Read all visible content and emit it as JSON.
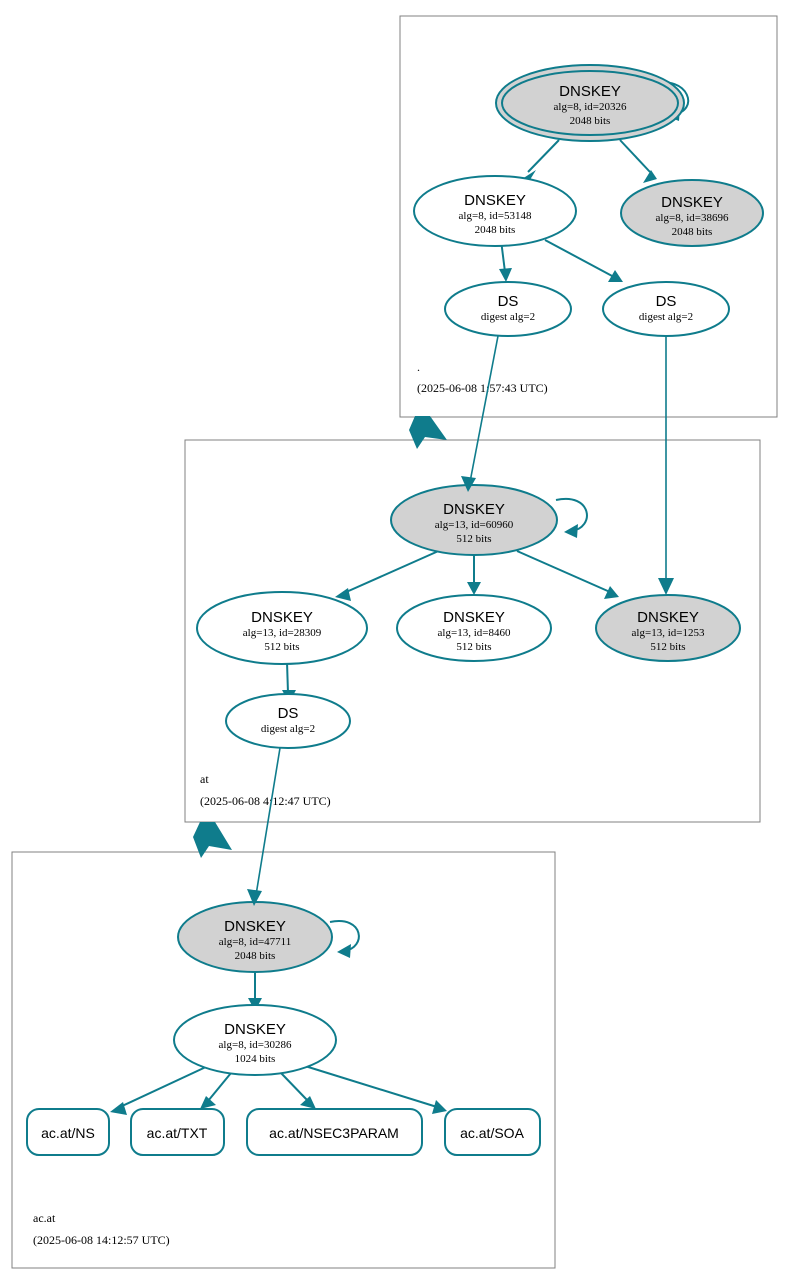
{
  "diagram": {
    "kind": "dnssec-authentication-chain",
    "title": "DNSSEC authentication chain for ac.at",
    "colors": {
      "edge": "#0f7c8c",
      "node_stroke": "#0f7c8c",
      "secure_fill": "#d2d2d2",
      "plain_fill": "#ffffff",
      "zone_border": "#808080",
      "text": "#000000"
    }
  },
  "zones": [
    {
      "id": "root",
      "name": ".",
      "timestamp": "(2025-06-08 1:57:43 UTC)",
      "nodes": [
        {
          "id": "root-ksk",
          "type": "DNSKEY",
          "title": "DNSKEY",
          "params": "alg=8, id=20326",
          "size": "2048 bits",
          "shape": "double-ellipse",
          "fill": "gray",
          "self_signed": true
        },
        {
          "id": "root-zsk-53148",
          "type": "DNSKEY",
          "title": "DNSKEY",
          "params": "alg=8, id=53148",
          "size": "2048 bits",
          "shape": "ellipse",
          "fill": "white",
          "self_signed": false
        },
        {
          "id": "root-zsk-38696",
          "type": "DNSKEY",
          "title": "DNSKEY",
          "params": "alg=8, id=38696",
          "size": "2048 bits",
          "shape": "ellipse",
          "fill": "gray",
          "self_signed": false
        },
        {
          "id": "root-ds-left",
          "type": "DS",
          "title": "DS",
          "params": "digest alg=2",
          "size": "",
          "shape": "ellipse",
          "fill": "white",
          "self_signed": false
        },
        {
          "id": "root-ds-right",
          "type": "DS",
          "title": "DS",
          "params": "digest alg=2",
          "size": "",
          "shape": "ellipse",
          "fill": "white",
          "self_signed": false
        }
      ]
    },
    {
      "id": "at",
      "name": "at",
      "timestamp": "(2025-06-08 4:12:47 UTC)",
      "nodes": [
        {
          "id": "at-ksk",
          "type": "DNSKEY",
          "title": "DNSKEY",
          "params": "alg=13, id=60960",
          "size": "512 bits",
          "shape": "ellipse",
          "fill": "gray",
          "self_signed": true
        },
        {
          "id": "at-zsk-28309",
          "type": "DNSKEY",
          "title": "DNSKEY",
          "params": "alg=13, id=28309",
          "size": "512 bits",
          "shape": "ellipse",
          "fill": "white",
          "self_signed": false
        },
        {
          "id": "at-zsk-8460",
          "type": "DNSKEY",
          "title": "DNSKEY",
          "params": "alg=13, id=8460",
          "size": "512 bits",
          "shape": "ellipse",
          "fill": "white",
          "self_signed": false
        },
        {
          "id": "at-zsk-1253",
          "type": "DNSKEY",
          "title": "DNSKEY",
          "params": "alg=13, id=1253",
          "size": "512 bits",
          "shape": "ellipse",
          "fill": "gray",
          "self_signed": false
        },
        {
          "id": "at-ds",
          "type": "DS",
          "title": "DS",
          "params": "digest alg=2",
          "size": "",
          "shape": "ellipse",
          "fill": "white",
          "self_signed": false
        }
      ]
    },
    {
      "id": "acat",
      "name": "ac.at",
      "timestamp": "(2025-06-08 14:12:57 UTC)",
      "nodes": [
        {
          "id": "acat-ksk",
          "type": "DNSKEY",
          "title": "DNSKEY",
          "params": "alg=8, id=47711",
          "size": "2048 bits",
          "shape": "ellipse",
          "fill": "gray",
          "self_signed": true
        },
        {
          "id": "acat-zsk",
          "type": "DNSKEY",
          "title": "DNSKEY",
          "params": "alg=8, id=30286",
          "size": "1024 bits",
          "shape": "ellipse",
          "fill": "white",
          "self_signed": false
        }
      ],
      "rrsets": [
        {
          "id": "rrset-ns",
          "label": "ac.at/NS"
        },
        {
          "id": "rrset-txt",
          "label": "ac.at/TXT"
        },
        {
          "id": "rrset-nsec3param",
          "label": "ac.at/NSEC3PARAM"
        },
        {
          "id": "rrset-soa",
          "label": "ac.at/SOA"
        }
      ]
    }
  ],
  "edges": [
    {
      "from": "root-ksk",
      "to": "root-ksk",
      "kind": "self-sign"
    },
    {
      "from": "root-ksk",
      "to": "root-zsk-53148",
      "kind": "sign"
    },
    {
      "from": "root-ksk",
      "to": "root-zsk-38696",
      "kind": "sign"
    },
    {
      "from": "root-zsk-53148",
      "to": "root-ds-left",
      "kind": "sign"
    },
    {
      "from": "root-zsk-53148",
      "to": "root-ds-right",
      "kind": "sign"
    },
    {
      "from": "root-ds-left",
      "to": "at-ksk",
      "kind": "delegation"
    },
    {
      "from": "root-ds-right",
      "to": "at-zsk-1253",
      "kind": "delegation"
    },
    {
      "from": "at-ksk",
      "to": "at-ksk",
      "kind": "self-sign"
    },
    {
      "from": "at-ksk",
      "to": "at-zsk-28309",
      "kind": "sign"
    },
    {
      "from": "at-ksk",
      "to": "at-zsk-8460",
      "kind": "sign"
    },
    {
      "from": "at-ksk",
      "to": "at-zsk-1253",
      "kind": "sign"
    },
    {
      "from": "at-zsk-28309",
      "to": "at-ds",
      "kind": "sign"
    },
    {
      "from": "at-ds",
      "to": "acat-ksk",
      "kind": "delegation"
    },
    {
      "from": "acat-ksk",
      "to": "acat-ksk",
      "kind": "self-sign"
    },
    {
      "from": "acat-ksk",
      "to": "acat-zsk",
      "kind": "sign"
    },
    {
      "from": "acat-zsk",
      "to": "rrset-ns",
      "kind": "sign"
    },
    {
      "from": "acat-zsk",
      "to": "rrset-txt",
      "kind": "sign"
    },
    {
      "from": "acat-zsk",
      "to": "rrset-nsec3param",
      "kind": "sign"
    },
    {
      "from": "acat-zsk",
      "to": "rrset-soa",
      "kind": "sign"
    }
  ],
  "zone_transitions": [
    {
      "from": "root",
      "to": "at"
    },
    {
      "from": "at",
      "to": "acat"
    }
  ]
}
